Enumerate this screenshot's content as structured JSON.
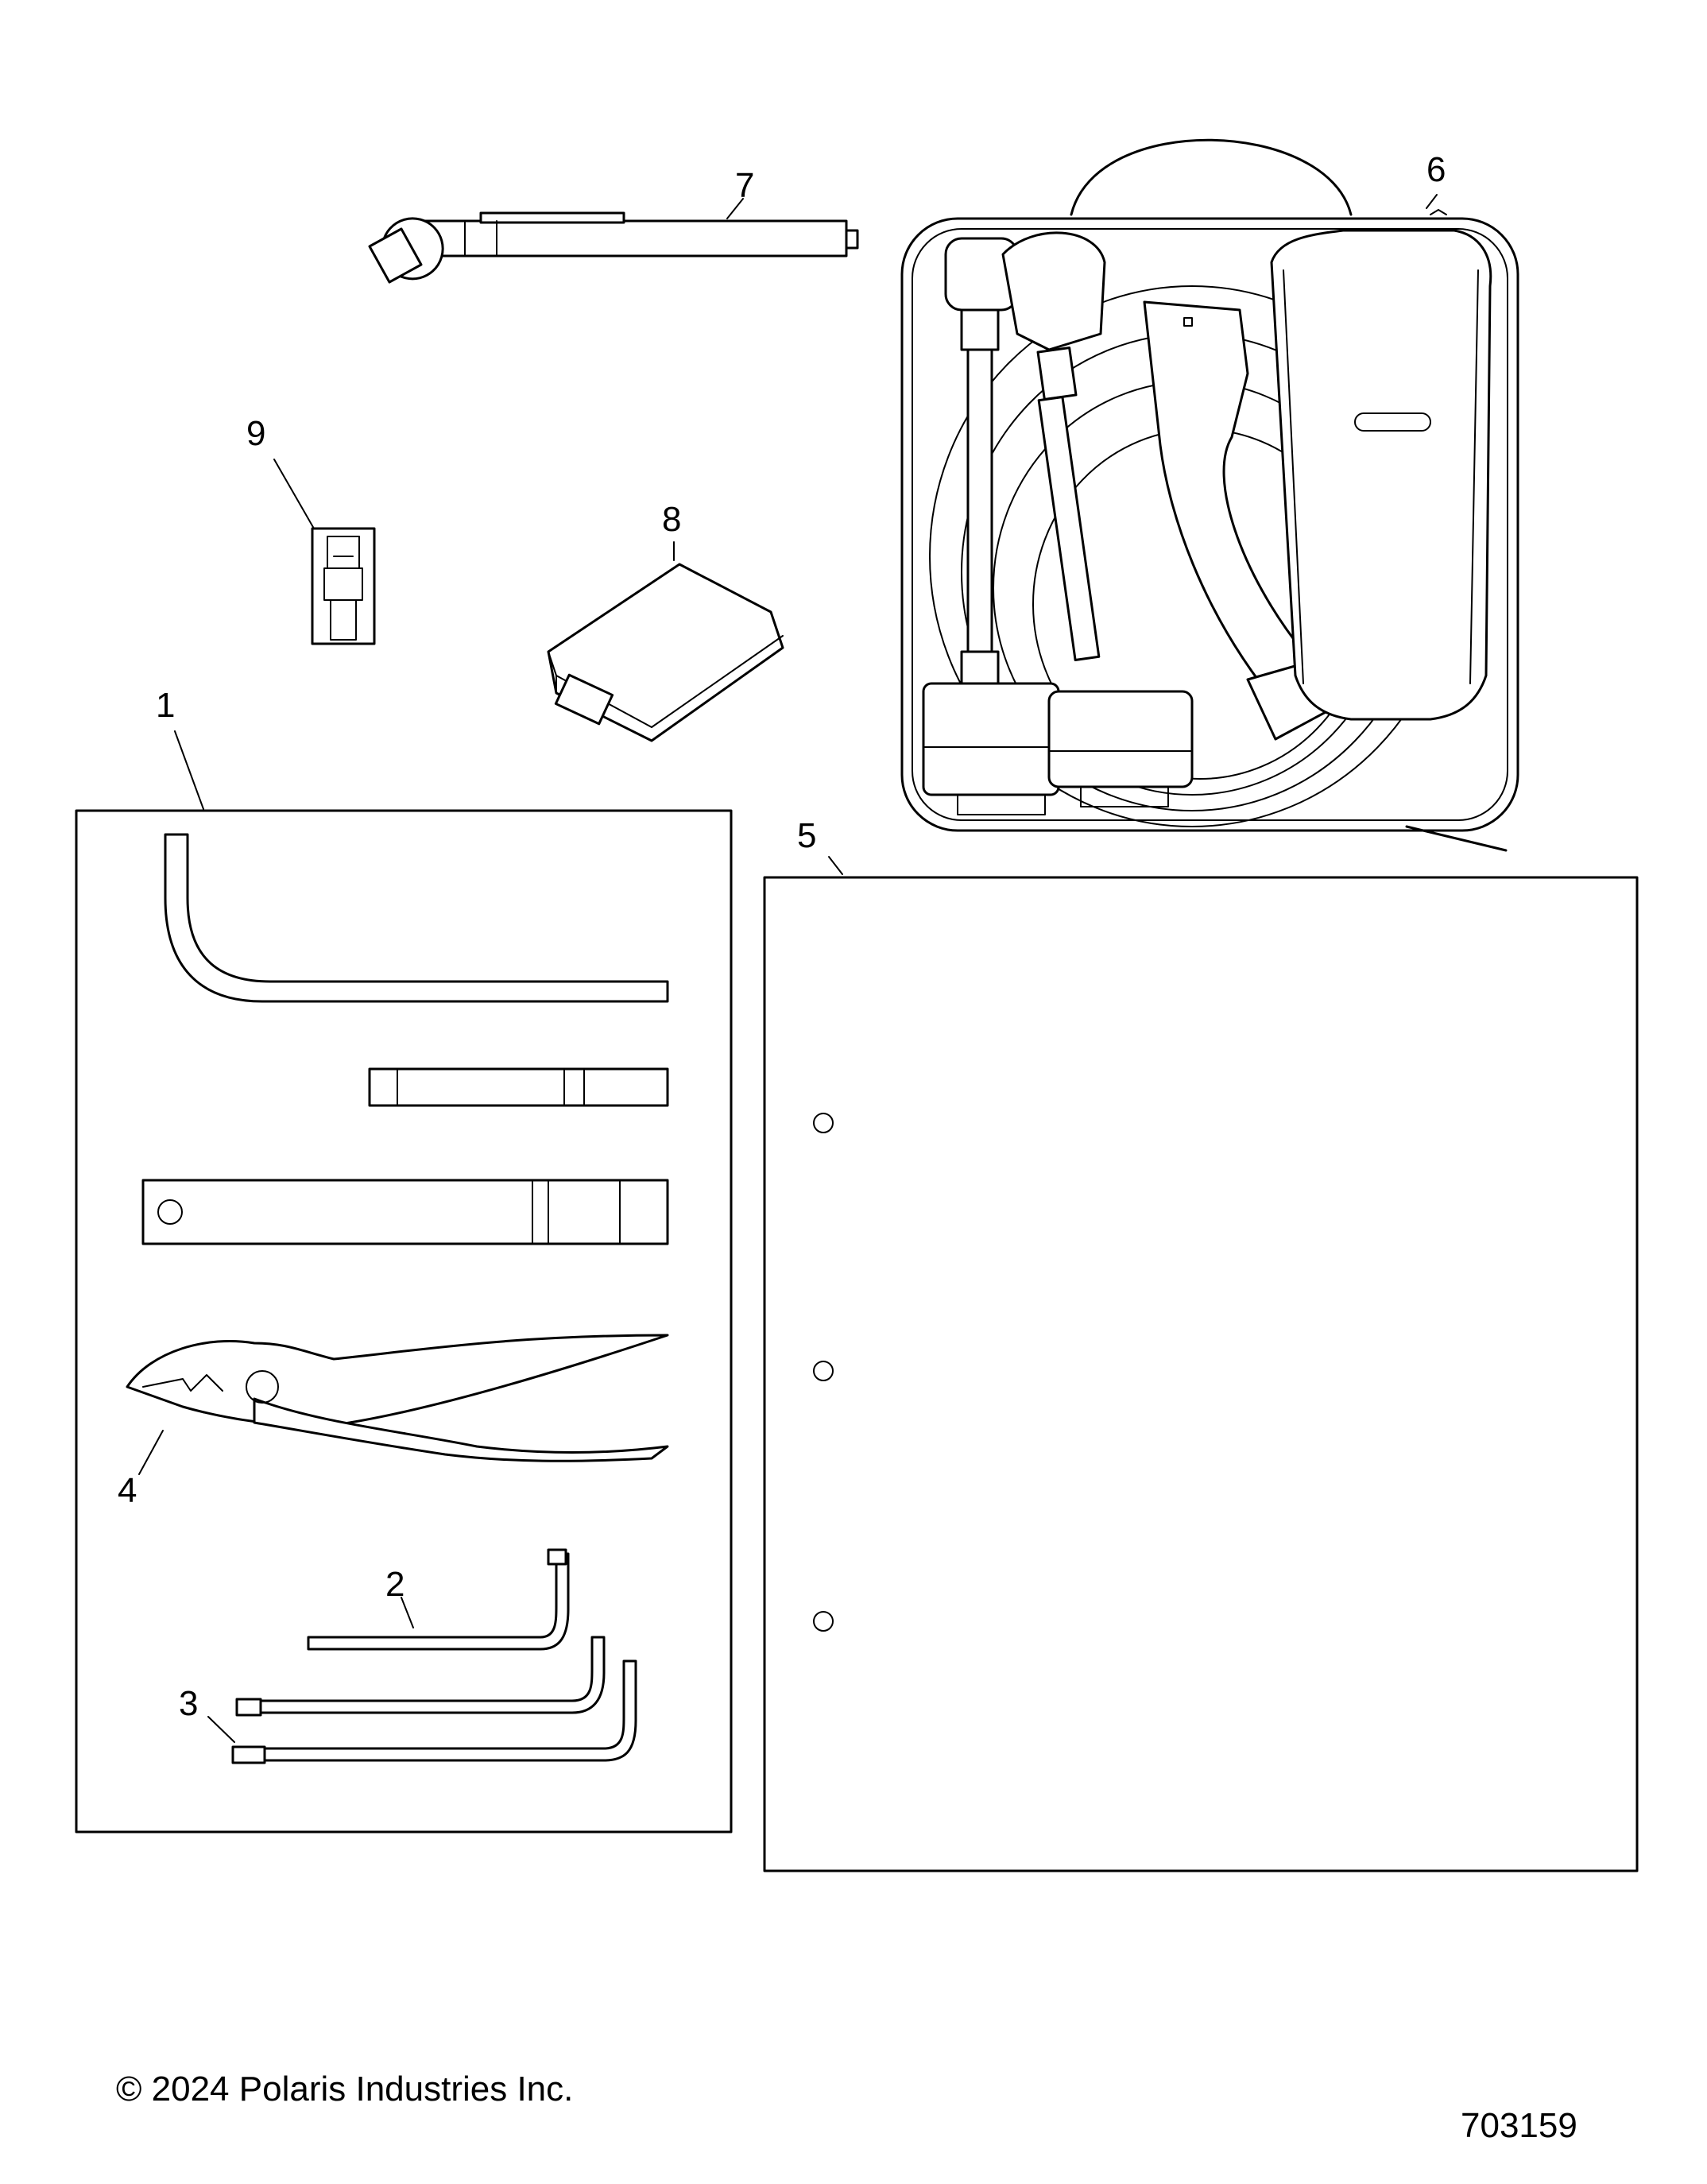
{
  "callouts": {
    "c1": "1",
    "c2": "2",
    "c3": "3",
    "c4": "4",
    "c5": "5",
    "c6": "6",
    "c7": "7",
    "c8": "8",
    "c9": "9"
  },
  "footer": {
    "copyright": "© 2024 Polaris Industries Inc.",
    "drawing_number": "703159"
  }
}
